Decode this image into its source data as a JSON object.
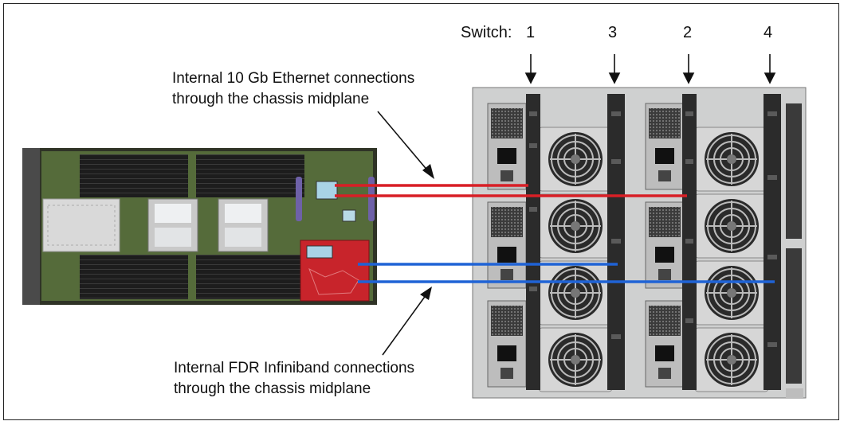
{
  "switch_header": {
    "prefix": "Switch:",
    "labels": [
      "1",
      "3",
      "2",
      "4"
    ]
  },
  "annotations": {
    "ethernet_line1": "Internal 10 Gb Ethernet connections",
    "ethernet_line2": "through the chassis midplane",
    "infiniband_line1": "Internal FDR Infiniband connections",
    "infiniband_line2": "through the chassis midplane"
  },
  "colors": {
    "ethernet": "#d81f26",
    "infiniband": "#1f63d6",
    "chassis": "#cfd0d0",
    "card": "#c8242b"
  }
}
